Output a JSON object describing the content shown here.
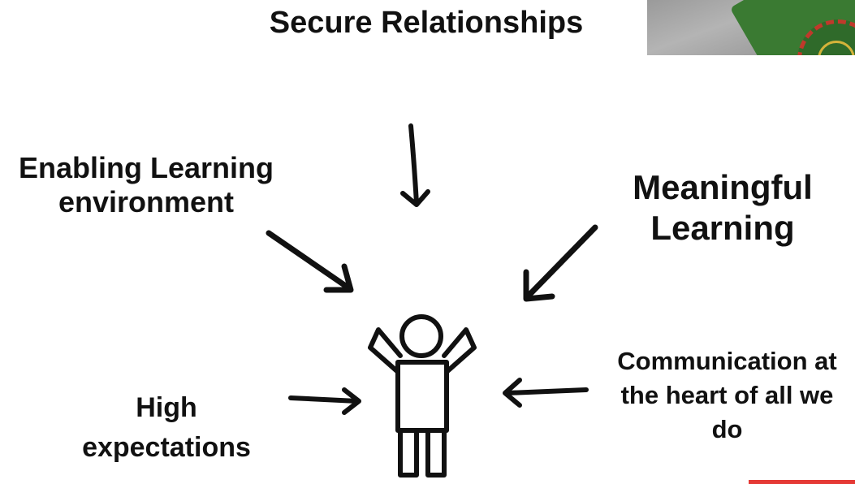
{
  "labels": {
    "secure": [
      "Secure Relationships"
    ],
    "enabling": [
      "Enabling Learning",
      "environment"
    ],
    "meaningful": [
      "Meaningful",
      "Learning"
    ],
    "high": [
      "High",
      "expectations"
    ],
    "communication": [
      "Communication at",
      "the heart of all we",
      "do"
    ]
  },
  "colors": {
    "ink": "#111111",
    "background": "#ffffff",
    "accent": "#e53935"
  },
  "icons": {
    "center_figure": "child-arms-raised-icon"
  }
}
